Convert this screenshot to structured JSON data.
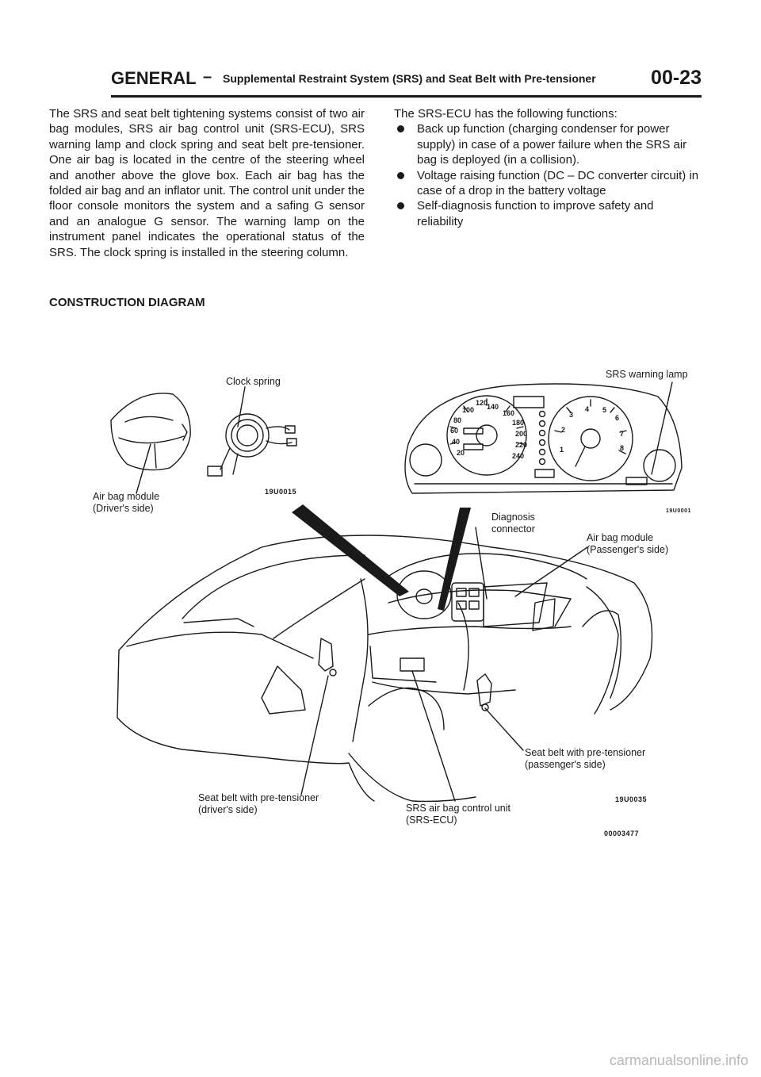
{
  "header": {
    "section": "GENERAL",
    "dash": "–",
    "subtitle": "Supplemental Restraint System (SRS) and Seat Belt with Pre-tensioner",
    "page_number": "00-23"
  },
  "intro_paragraph": "The SRS and seat belt tightening systems consist of two air bag modules, SRS air bag control unit (SRS-ECU), SRS warning lamp and clock spring and seat belt pre-tensioner. One air bag is located in the centre of the steering wheel and another above the glove box. Each air bag has the folded air bag and an inflator unit. The control unit under the floor console monitors the system and a safing G sensor and an analogue G sensor. The warning lamp on the instrument panel indicates the operational status of the SRS. The clock spring is installed in the steering column.",
  "functions": {
    "lead": "The SRS-ECU has the following functions:",
    "items": [
      "Back up function (charging condenser for power supply) in case of a power failure when the SRS air bag is deployed (in a collision).",
      "Voltage raising function (DC – DC converter circuit) in case of a drop in the battery voltage",
      "Self-diagnosis function to improve safety and reliability"
    ]
  },
  "diagram": {
    "title": "CONSTRUCTION DIAGRAM",
    "labels": {
      "clock_spring": "Clock spring",
      "airbag_driver": "Air bag module\n(Driver's side)",
      "srs_warning_lamp": "SRS warning lamp",
      "diagnosis_connector": "Diagnosis\nconnector",
      "airbag_passenger": "Air bag module\n(Passenger's side)",
      "seatbelt_passenger": "Seat belt with pre-tensioner\n(passenger's side)",
      "seatbelt_driver": "Seat belt with pre-tensioner\n(driver's side)",
      "srs_ecu": "SRS air bag control unit\n(SRS-ECU)"
    },
    "codes": {
      "steering_detail": "19U0015",
      "cluster_detail": "19U0001",
      "car_view": "19U0035",
      "figure": "00003477"
    },
    "cluster_marks": {
      "speed": [
        "100",
        "120",
        "140",
        "160",
        "180",
        "200",
        "220",
        "240",
        "80",
        "60",
        "40",
        "20"
      ],
      "rpm": [
        "1",
        "2",
        "3",
        "4",
        "5",
        "6",
        "7",
        "8"
      ]
    }
  },
  "footer": {
    "watermark": "carmanualsonline.info"
  }
}
